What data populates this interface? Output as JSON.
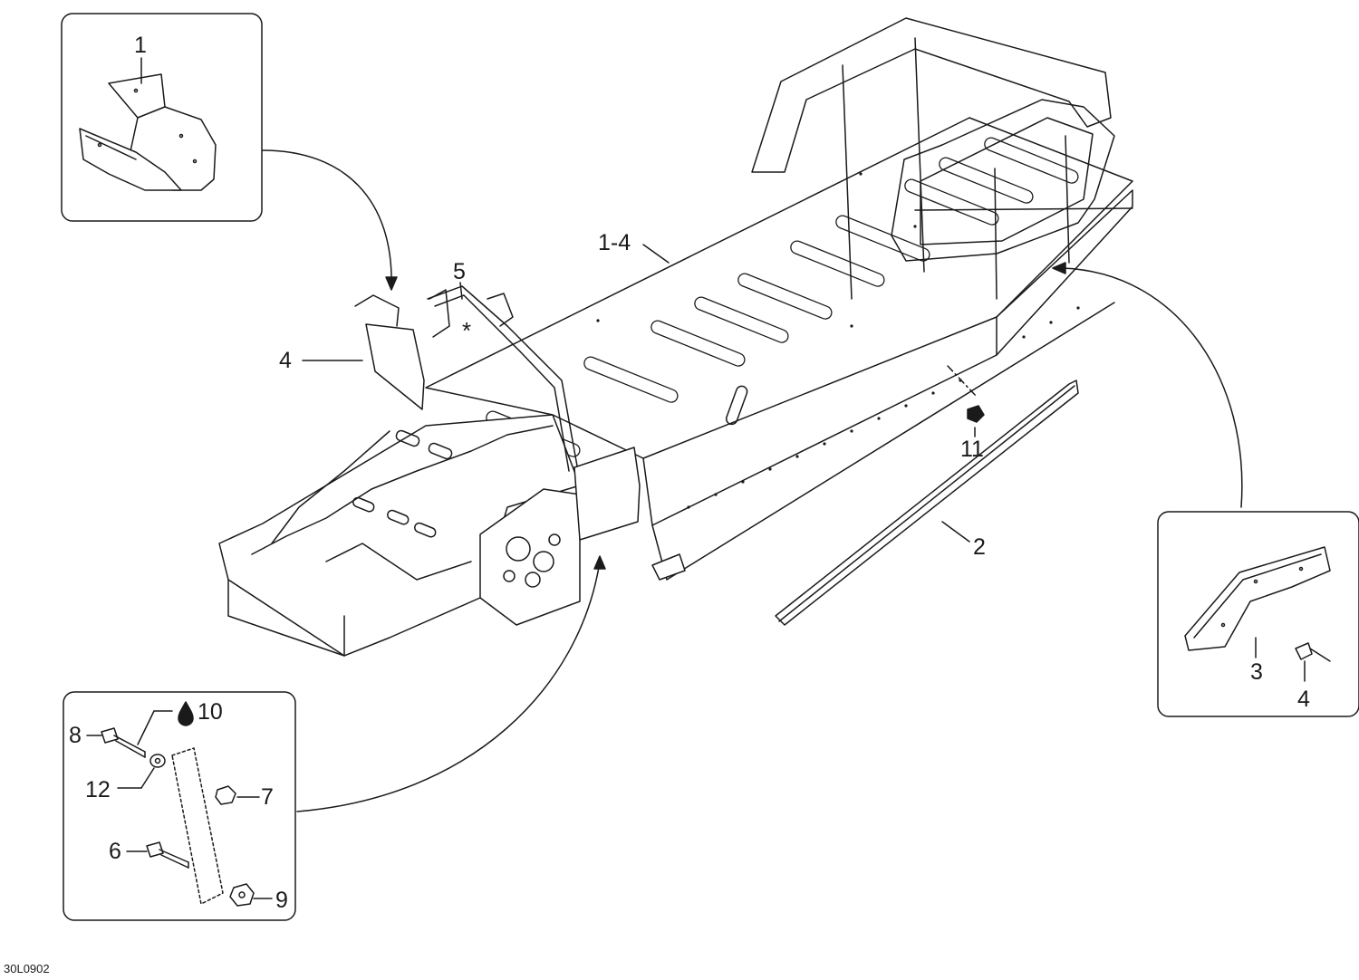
{
  "diagram": {
    "drawing_code": "30L0902",
    "asterisk": "*",
    "callouts": {
      "c1": "1",
      "c1_4": "1-4",
      "c5": "5",
      "c4_main": "4",
      "c11": "11",
      "c2": "2",
      "c3": "3",
      "c4_inset": "4",
      "c10": "10",
      "c8": "8",
      "c12": "12",
      "c7": "7",
      "c6": "6",
      "c9": "9"
    }
  },
  "colors": {
    "line": "#1a1a1a",
    "fill": "#ffffff",
    "shade": "#d9d9d9"
  }
}
